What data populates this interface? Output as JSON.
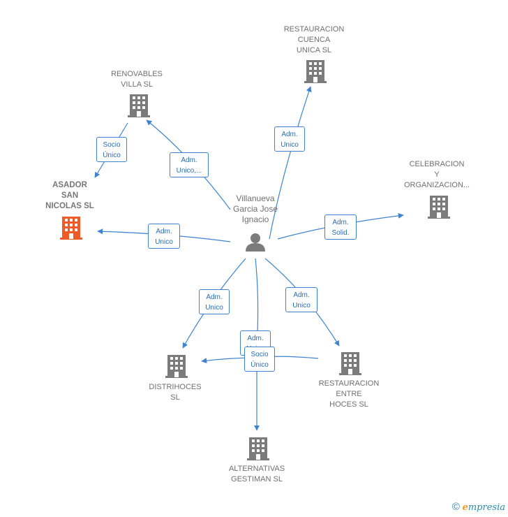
{
  "person": {
    "name": "Villanueva\nGarcia Jose\nIgnacio"
  },
  "companies": {
    "restauracion_cuenca": "RESTAURACION\nCUENCA\nUNICA  SL",
    "renovables_villa": "RENOVABLES\nVILLA SL",
    "celebracion": "CELEBRACION\nY\nORGANIZACION...",
    "asador": "ASADOR\nSAN\nNICOLAS  SL",
    "distrihoces": "DISTRIHOCES\nSL",
    "restauracion_entre_hoces": "RESTAURACION\nENTRE\nHOCES SL",
    "alternativas": "ALTERNATIVAS\nGESTIMAN SL"
  },
  "edges": {
    "renovables_adm": "Adm.\nUnico,...",
    "renovables_asador_socio": "Socio\nÚnico",
    "cuenca_adm": "Adm.\nUnico",
    "celebracion_adm": "Adm.\nSolid.",
    "asador_adm": "Adm.\nUnico",
    "distrihoces_adm": "Adm.\nUnico",
    "entre_hoces_adm": "Adm.\nUnico",
    "alternativas_adm": "Adm.\nUnico",
    "socio_unico_bottom": "Socio\nÚnico"
  },
  "colors": {
    "edge": "#3f83cf",
    "building": "#7b7b7b",
    "highlight": "#f05a28",
    "person": "#7b7b7b"
  },
  "icons": {
    "building": "building-icon",
    "person": "person-icon"
  },
  "footer": {
    "copyright": "©",
    "brand_initial": "e",
    "brand_rest": "mpresia"
  }
}
